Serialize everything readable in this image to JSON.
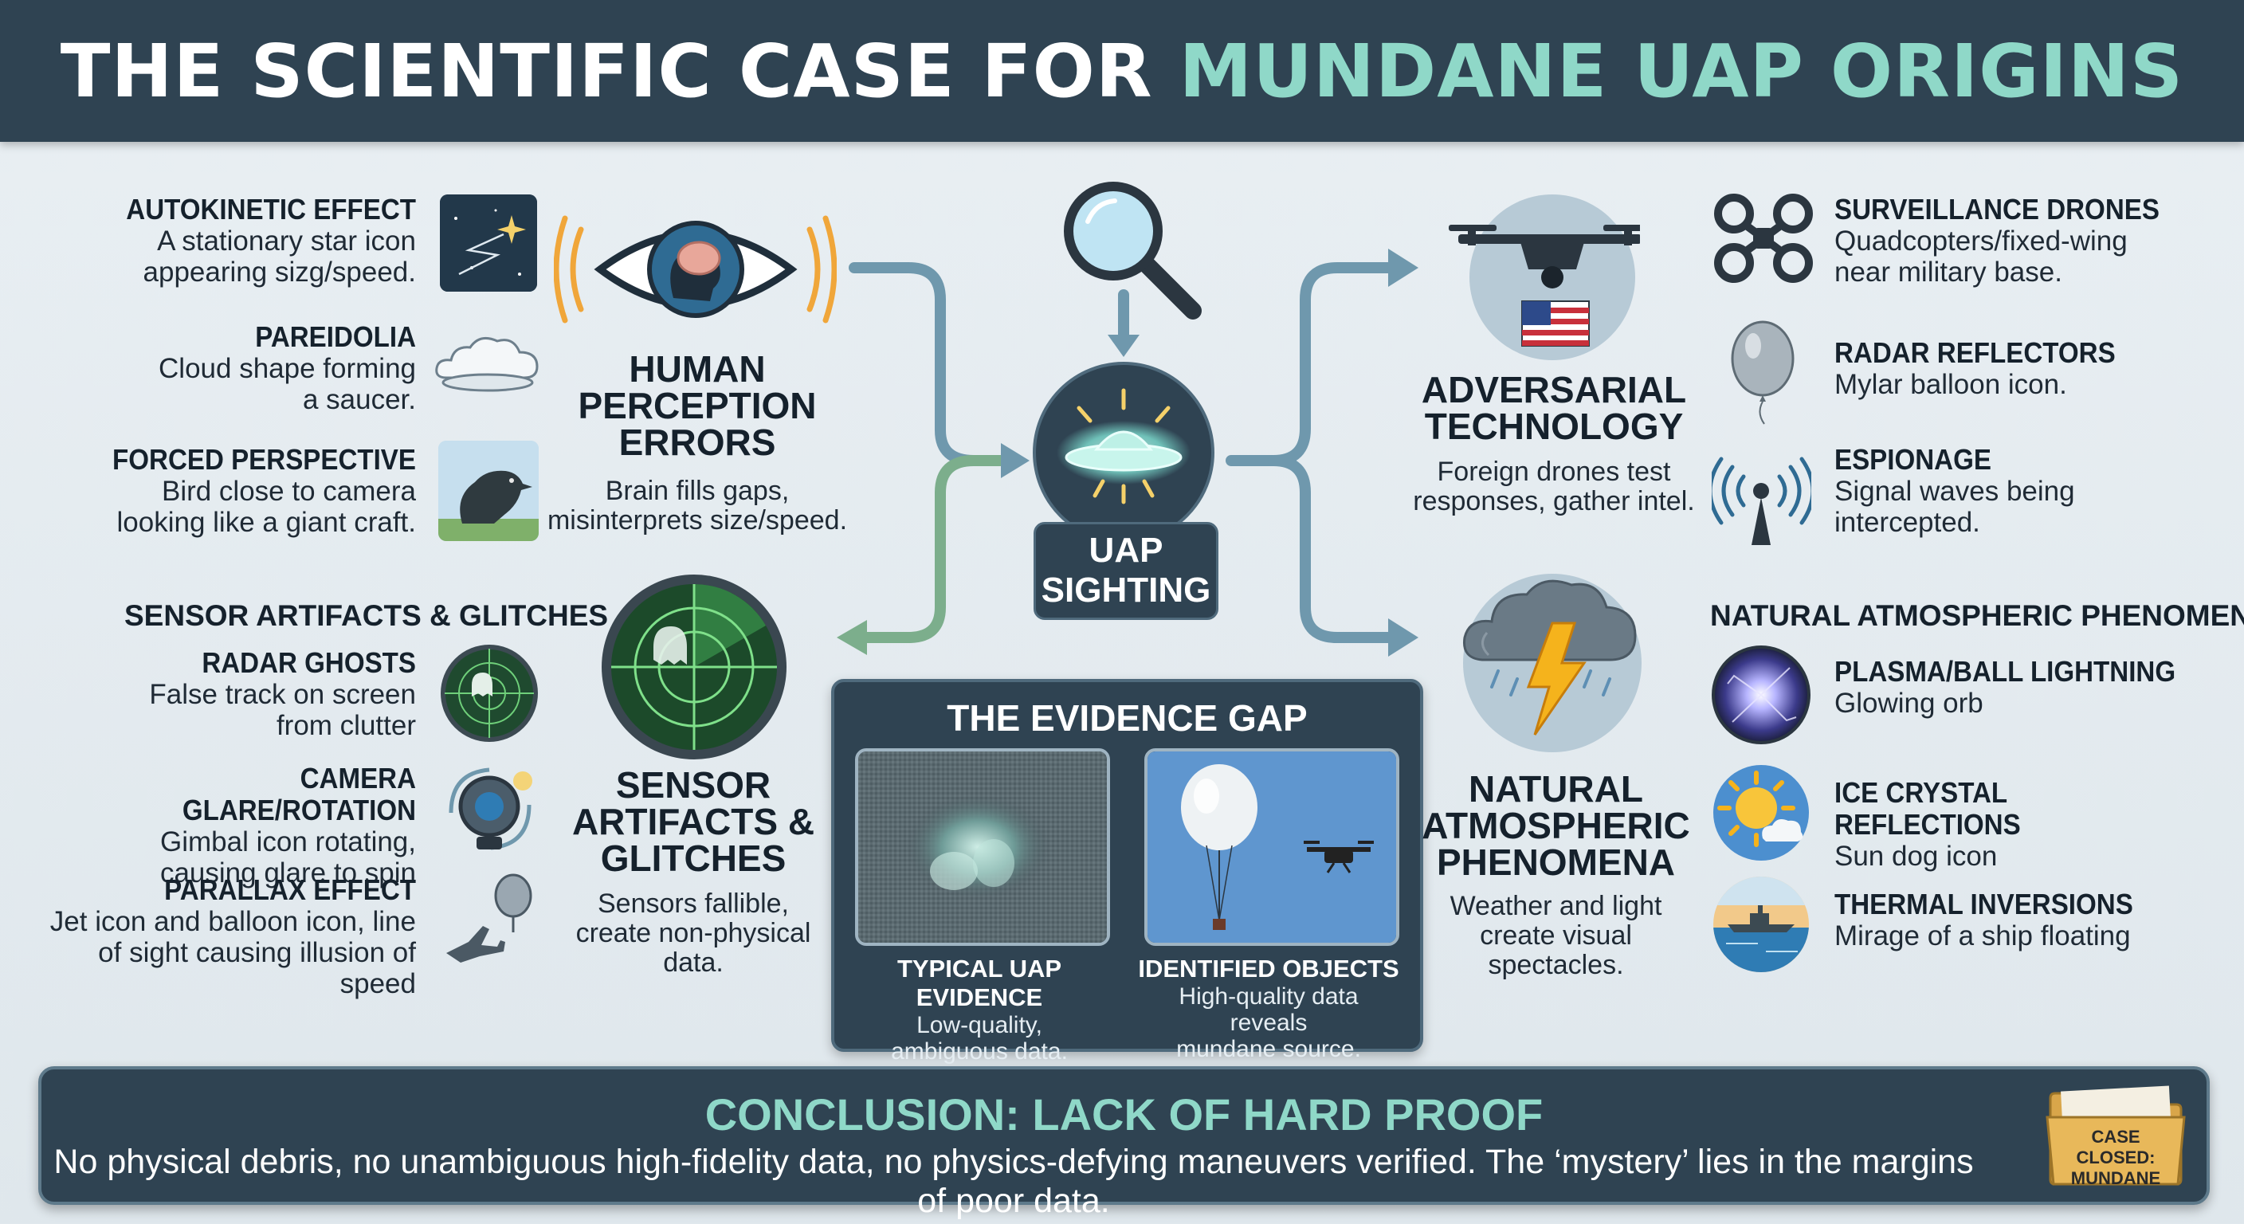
{
  "header": {
    "title_main": "THE SCIENTIFIC CASE FOR",
    "title_accent": "MUNDANE UAP ORIGINS"
  },
  "center": {
    "label_line1": "UAP",
    "label_line2": "SIGHTING"
  },
  "human_perception": {
    "title_lines": [
      "HUMAN",
      "PERCEPTION",
      "ERRORS"
    ],
    "desc_lines": [
      "Brain fills gaps,",
      "misinterprets size/speed."
    ],
    "items": [
      {
        "title": "AUTOKINETIC EFFECT",
        "desc": [
          "A stationary star icon",
          "appearing sizg/speed."
        ]
      },
      {
        "title": "PAREIDOLIA",
        "desc": [
          "Cloud shape forming",
          "a saucer."
        ]
      },
      {
        "title": "FORCED PERSPECTIVE",
        "desc": [
          "Bird close to camera",
          "looking like a giant craft."
        ]
      }
    ]
  },
  "sensor": {
    "section_heading": "SENSOR ARTIFACTS & GLITCHES",
    "title_lines": [
      "SENSOR",
      "ARTIFACTS &",
      "GLITCHES"
    ],
    "desc_lines": [
      "Sensors fallible,",
      "create non-physical",
      "data."
    ],
    "items": [
      {
        "title": "RADAR GHOSTS",
        "desc": [
          "False track on screen",
          "from clutter"
        ]
      },
      {
        "title": "CAMERA GLARE/ROTATION",
        "desc": [
          "Gimbal icon rotating,",
          "causing glare to spin"
        ]
      },
      {
        "title": "PARALLAX EFFECT",
        "desc": [
          "Jet icon and balloon icon, line",
          "of sight causing illusion of speed"
        ]
      }
    ]
  },
  "adversarial": {
    "title_lines": [
      "ADVERSARIAL",
      "TECHNOLOGY"
    ],
    "desc_lines": [
      "Foreign drones test",
      "responses, gather intel."
    ],
    "items": [
      {
        "title": "SURVEILLANCE DRONES",
        "desc": [
          "Quadcopters/fixed-wing",
          "near military base."
        ]
      },
      {
        "title": "RADAR REFLECTORS",
        "desc": [
          "Mylar balloon icon."
        ]
      },
      {
        "title": "ESPIONAGE",
        "desc": [
          "Signal waves being",
          "intercepted."
        ]
      }
    ]
  },
  "natural": {
    "section_heading": "NATURAL ATMOSPHERIC PHENOMENA",
    "title_lines": [
      "NATURAL",
      "ATMOSPHERIC",
      "PHENOMENA"
    ],
    "desc_lines": [
      "Weather and light",
      "create visual",
      "spectacles."
    ],
    "items": [
      {
        "title": "PLASMA/BALL LIGHTNING",
        "desc": [
          "Glowing orb"
        ]
      },
      {
        "title": "ICE CRYSTAL REFLECTIONS",
        "desc": [
          "Sun dog icon"
        ]
      },
      {
        "title": "THERMAL INVERSIONS",
        "desc": [
          "Mirage of a ship floating"
        ]
      }
    ]
  },
  "evidence_gap": {
    "title": "THE EVIDENCE GAP",
    "left": {
      "caption": "TYPICAL UAP EVIDENCE",
      "desc": [
        "Low-quality,",
        "ambiguous data."
      ]
    },
    "right": {
      "caption": "IDENTIFIED OBJECTS",
      "desc": [
        "High-quality data reveals",
        "mundane source."
      ]
    }
  },
  "conclusion": {
    "title": "CONCLUSION: LACK OF HARD PROOF",
    "text": "No physical debris, no unambiguous high-fidelity data, no physics-defying maneuvers verified. The ‘mystery’ lies in the margins of poor data.",
    "folder_label": [
      "CASE CLOSED:",
      "MUNDANE"
    ]
  },
  "colors": {
    "header_bg": "#2f4352",
    "accent": "#8fd8c8",
    "arrow": "#6f98ad",
    "arrow_green": "#7cae8c"
  }
}
